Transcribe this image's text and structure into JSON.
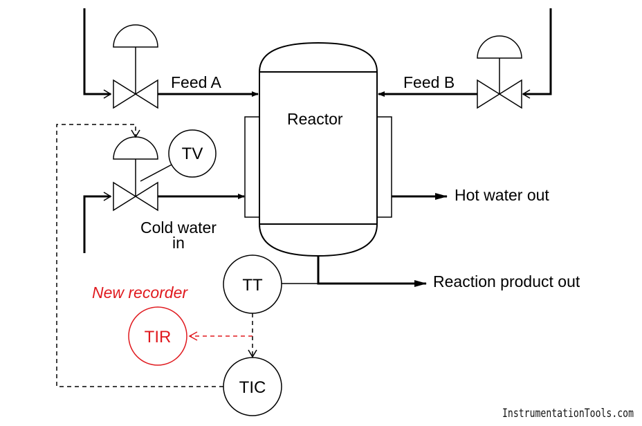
{
  "labels": {
    "feed_a": "Feed A",
    "feed_b": "Feed B",
    "reactor": "Reactor",
    "cold_water_line1": "Cold water",
    "cold_water_line2": "in",
    "hot_water_out": "Hot water out",
    "reaction_product_out": "Reaction product out",
    "new_recorder": "New recorder"
  },
  "instruments": {
    "tv": "TV",
    "tt": "TT",
    "tic": "TIC",
    "tir": "TIR"
  },
  "watermark": "InstrumentationTools.com",
  "colors": {
    "line": "#000000",
    "highlight": "#e0191e"
  }
}
